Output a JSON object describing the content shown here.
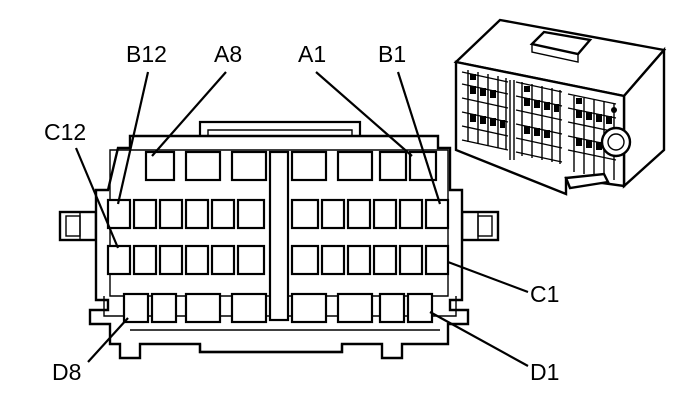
{
  "labels": {
    "b12": "B12",
    "a8": "A8",
    "a1": "A1",
    "b1": "B1",
    "c12": "C12",
    "c1": "C1",
    "d8": "D8",
    "d1": "D1"
  },
  "colors": {
    "ink": "#000000",
    "background": "#ffffff"
  }
}
